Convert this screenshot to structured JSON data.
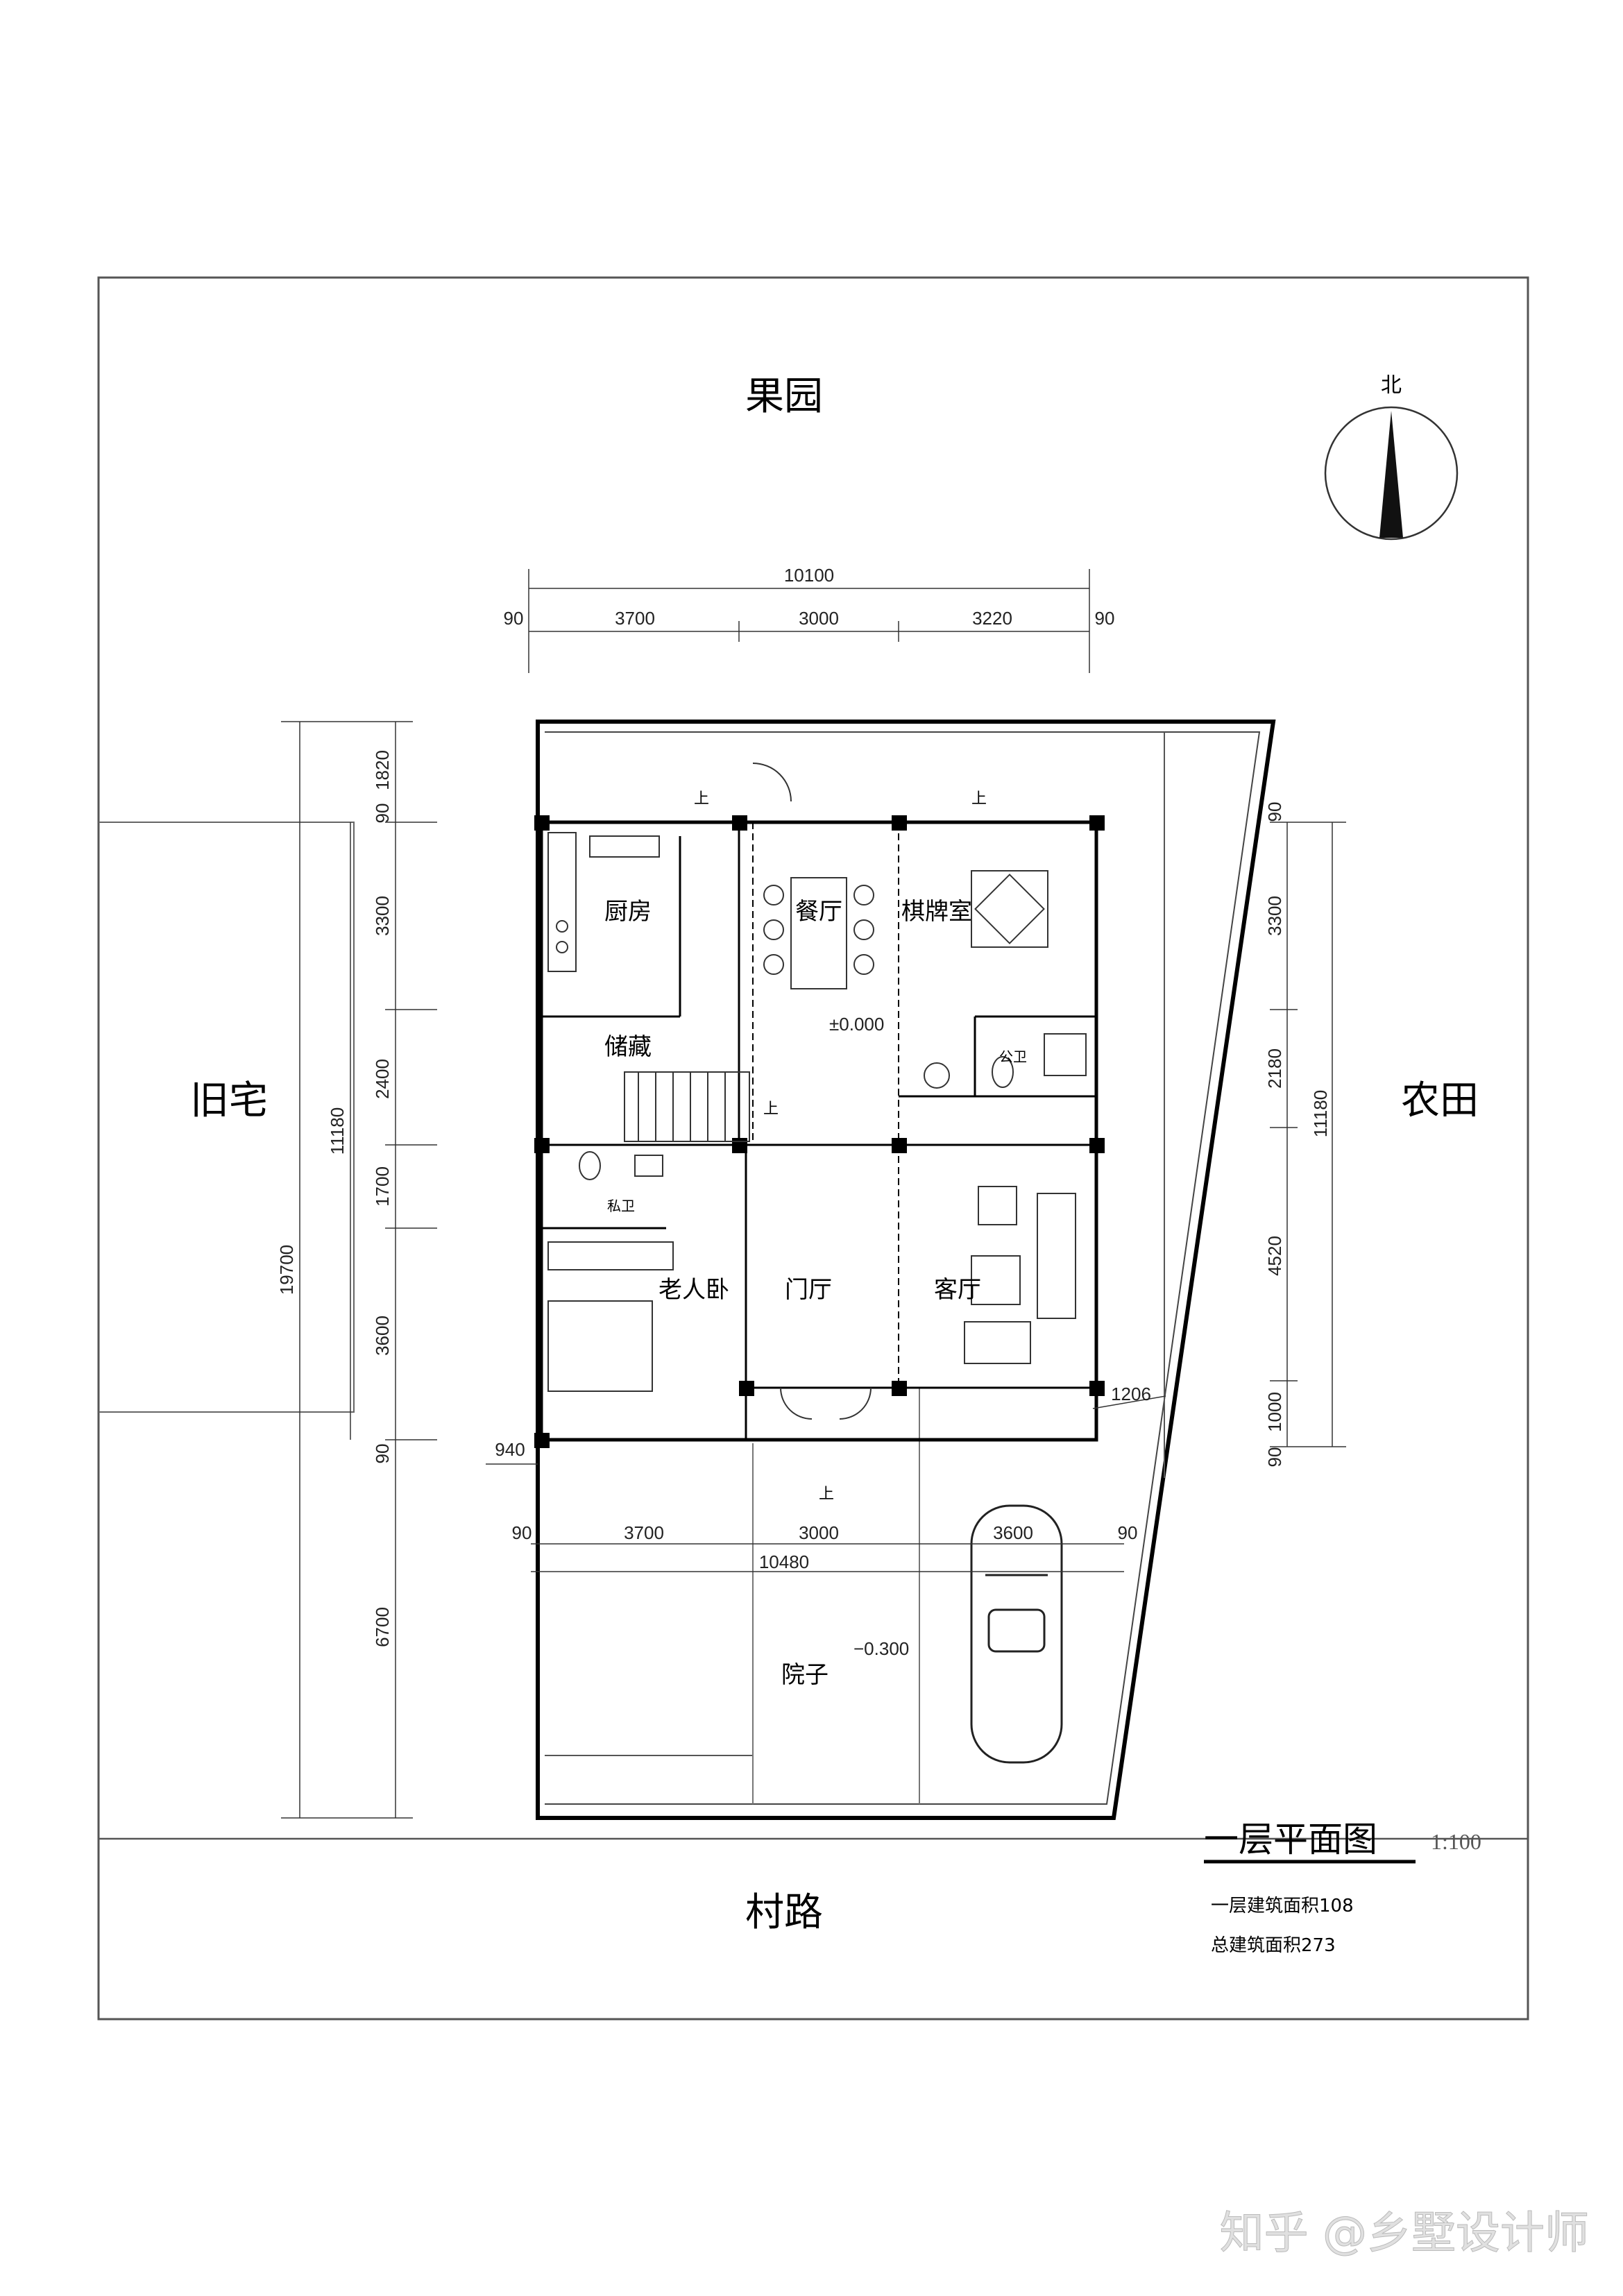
{
  "surroundings": {
    "north": "果园",
    "west": "旧宅",
    "east": "农田",
    "south": "村路"
  },
  "north_arrow": {
    "label": "北"
  },
  "rooms": {
    "kitchen": "厨房",
    "dining": "餐厅",
    "chess_room": "棋牌室",
    "storage": "储藏",
    "public_wc": "公卫",
    "private_wc": "私卫",
    "elder_bedroom": "老人卧",
    "entrance_hall": "门厅",
    "living_room": "客厅",
    "yard": "院子"
  },
  "levels": {
    "interior": "±0.000",
    "yard": "−0.300"
  },
  "stair_marks": {
    "up": "上"
  },
  "dimensions": {
    "top_total": "10100",
    "top_segments": [
      "90",
      "3700",
      "3000",
      "3220",
      "90"
    ],
    "left_total": "19700",
    "left_mid_total": "11180",
    "left_segments": [
      "1820",
      "90",
      "3300",
      "2400",
      "1700",
      "3600",
      "90",
      "6700"
    ],
    "right_total": "11180",
    "right_segments": [
      "90",
      "3300",
      "2180",
      "4520",
      "1000",
      "90"
    ],
    "bottom_offset": "940",
    "bottom_total": "10480",
    "bottom_segments": [
      "90",
      "3700",
      "3000",
      "3600",
      "90"
    ],
    "corner_offset": "1206"
  },
  "title_block": {
    "title": "一层平面图",
    "scale": "1:100",
    "area_first_floor": "一层建筑面积108",
    "area_total": "总建筑面积273"
  },
  "watermark": "知乎 @乡墅设计师"
}
